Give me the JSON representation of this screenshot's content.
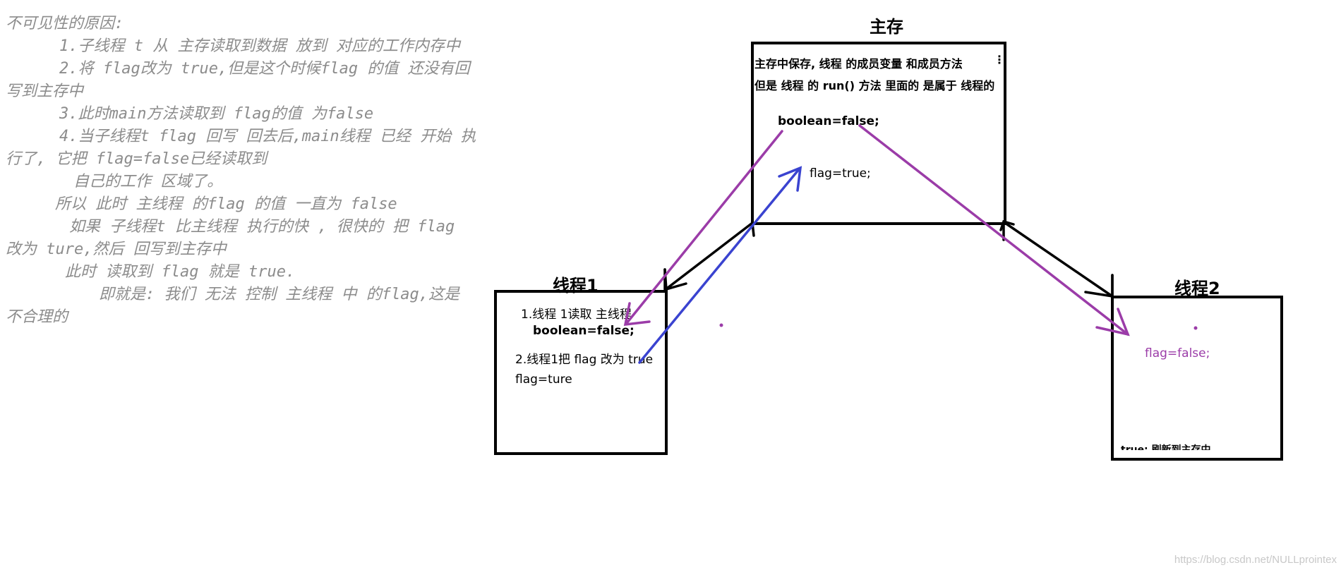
{
  "notes": {
    "lines": [
      "不可见性的原因:",
      "1.子线程 t 从 主存读取到数据 放到 对应的工作内存中",
      "2.将 flag改为 true,但是这个时候flag 的值 还没有回",
      "写到主存中",
      "3.此时main方法读取到 flag的值 为false",
      "4.当子线程t flag 回写 回去后,main线程 已经 开始 执",
      "行了, 它把 flag=false已经读取到",
      "自己的工作 区域了。",
      "所以 此时 主线程 的flag 的值 一直为 false",
      "如果 子线程t 比主线程 执行的快 , 很快的 把 flag",
      "改为 ture,然后 回写到主存中",
      "此时 读取到 flag 就是 true.",
      "即就是: 我们 无法 控制 主线程 中 的flag,这是",
      "不合理的"
    ]
  },
  "main_memory": {
    "title": "主存",
    "line1": "主存中保存, 线程 的成员变量 和成员方法",
    "line1_mark": "⋮",
    "line2": "但是 线程 的 run() 方法 里面的 是属于 线程的",
    "var_false": "boolean=false;",
    "var_true": "flag=true;"
  },
  "thread1": {
    "title": "线程1",
    "step1": "1.线程 1读取 主线程",
    "step1_value": "boolean=false;",
    "step2": "2.线程1把 flag 改为 true",
    "step2_value": "flag=ture"
  },
  "thread2": {
    "title": "线程2",
    "value": "flag=false;",
    "partial": "true; 刷新到主存中"
  },
  "watermark": "https://blog.csdn.net/NULLprointex",
  "colors": {
    "purple": "#9b3ca8",
    "blue": "#3a43d0",
    "black": "#000000",
    "note_text": "#8c8c8c"
  }
}
